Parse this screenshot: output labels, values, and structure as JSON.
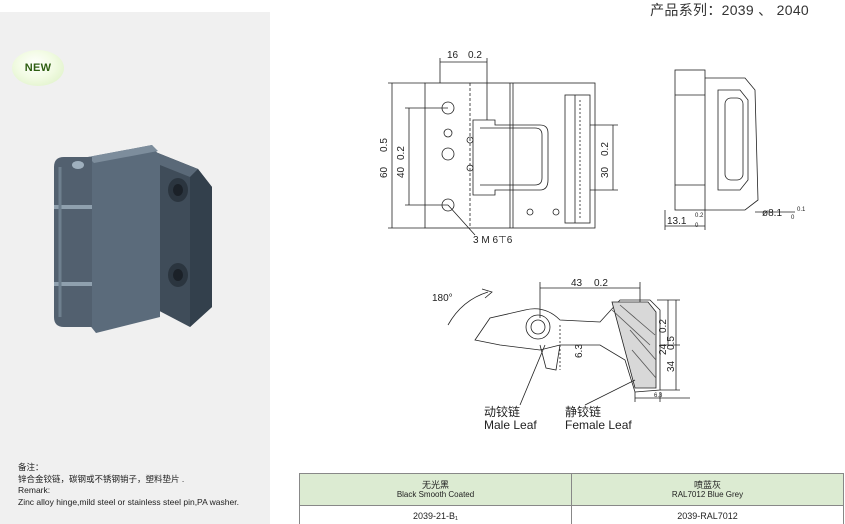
{
  "header": {
    "series_label": "产品系列：2039 、 2040"
  },
  "badge": {
    "text": "NEW"
  },
  "notes": {
    "title": "备注：",
    "line_cn": "锌合金铰链，碳钢或不锈钢销子，塑料垫片 .",
    "remark_label": "Remark:",
    "line_en": "Zinc alloy hinge,mild steel or stainless steel pin,PA washer."
  },
  "drawing": {
    "dim_16": "16",
    "dim_16_tol": "0.2",
    "dim_60": "60",
    "dim_60_tol": "0.5",
    "dim_40": "40",
    "dim_40_tol": "0.2",
    "dim_30": "30",
    "dim_30_tol": "0.2",
    "dim_131": "13.1",
    "dim_131_tol_top": "0.2",
    "dim_131_tol_bot": "0",
    "dim_d81": "ø8.1",
    "dim_d81_tol_top": "0.1",
    "dim_d81_tol_bot": "0",
    "thread": "3 M 6⊤6",
    "rotation": "180°",
    "dim_43": "43",
    "dim_43_tol": "0.2",
    "dim_63": "6.3",
    "dim_24": "24",
    "dim_24_tol": "0.2",
    "dim_34": "34",
    "dim_34_tol": "0.5",
    "dim_63b": "6.3",
    "male_cn": "动铰链",
    "male_en": "Male Leaf",
    "female_cn": "静铰链",
    "female_en": "Female Leaf"
  },
  "variants_table": {
    "columns": [
      {
        "cn": "无光黑",
        "en": "Black Smooth Coated"
      },
      {
        "cn": "喷蓝灰",
        "en": "RAL7012 Blue Grey"
      }
    ],
    "codes": [
      "2039-21-B₁",
      "2039-RAL7012"
    ]
  },
  "colors": {
    "product": "#4a5866",
    "badge_text": "#2f5e13",
    "table_head": "#dcebd2"
  }
}
